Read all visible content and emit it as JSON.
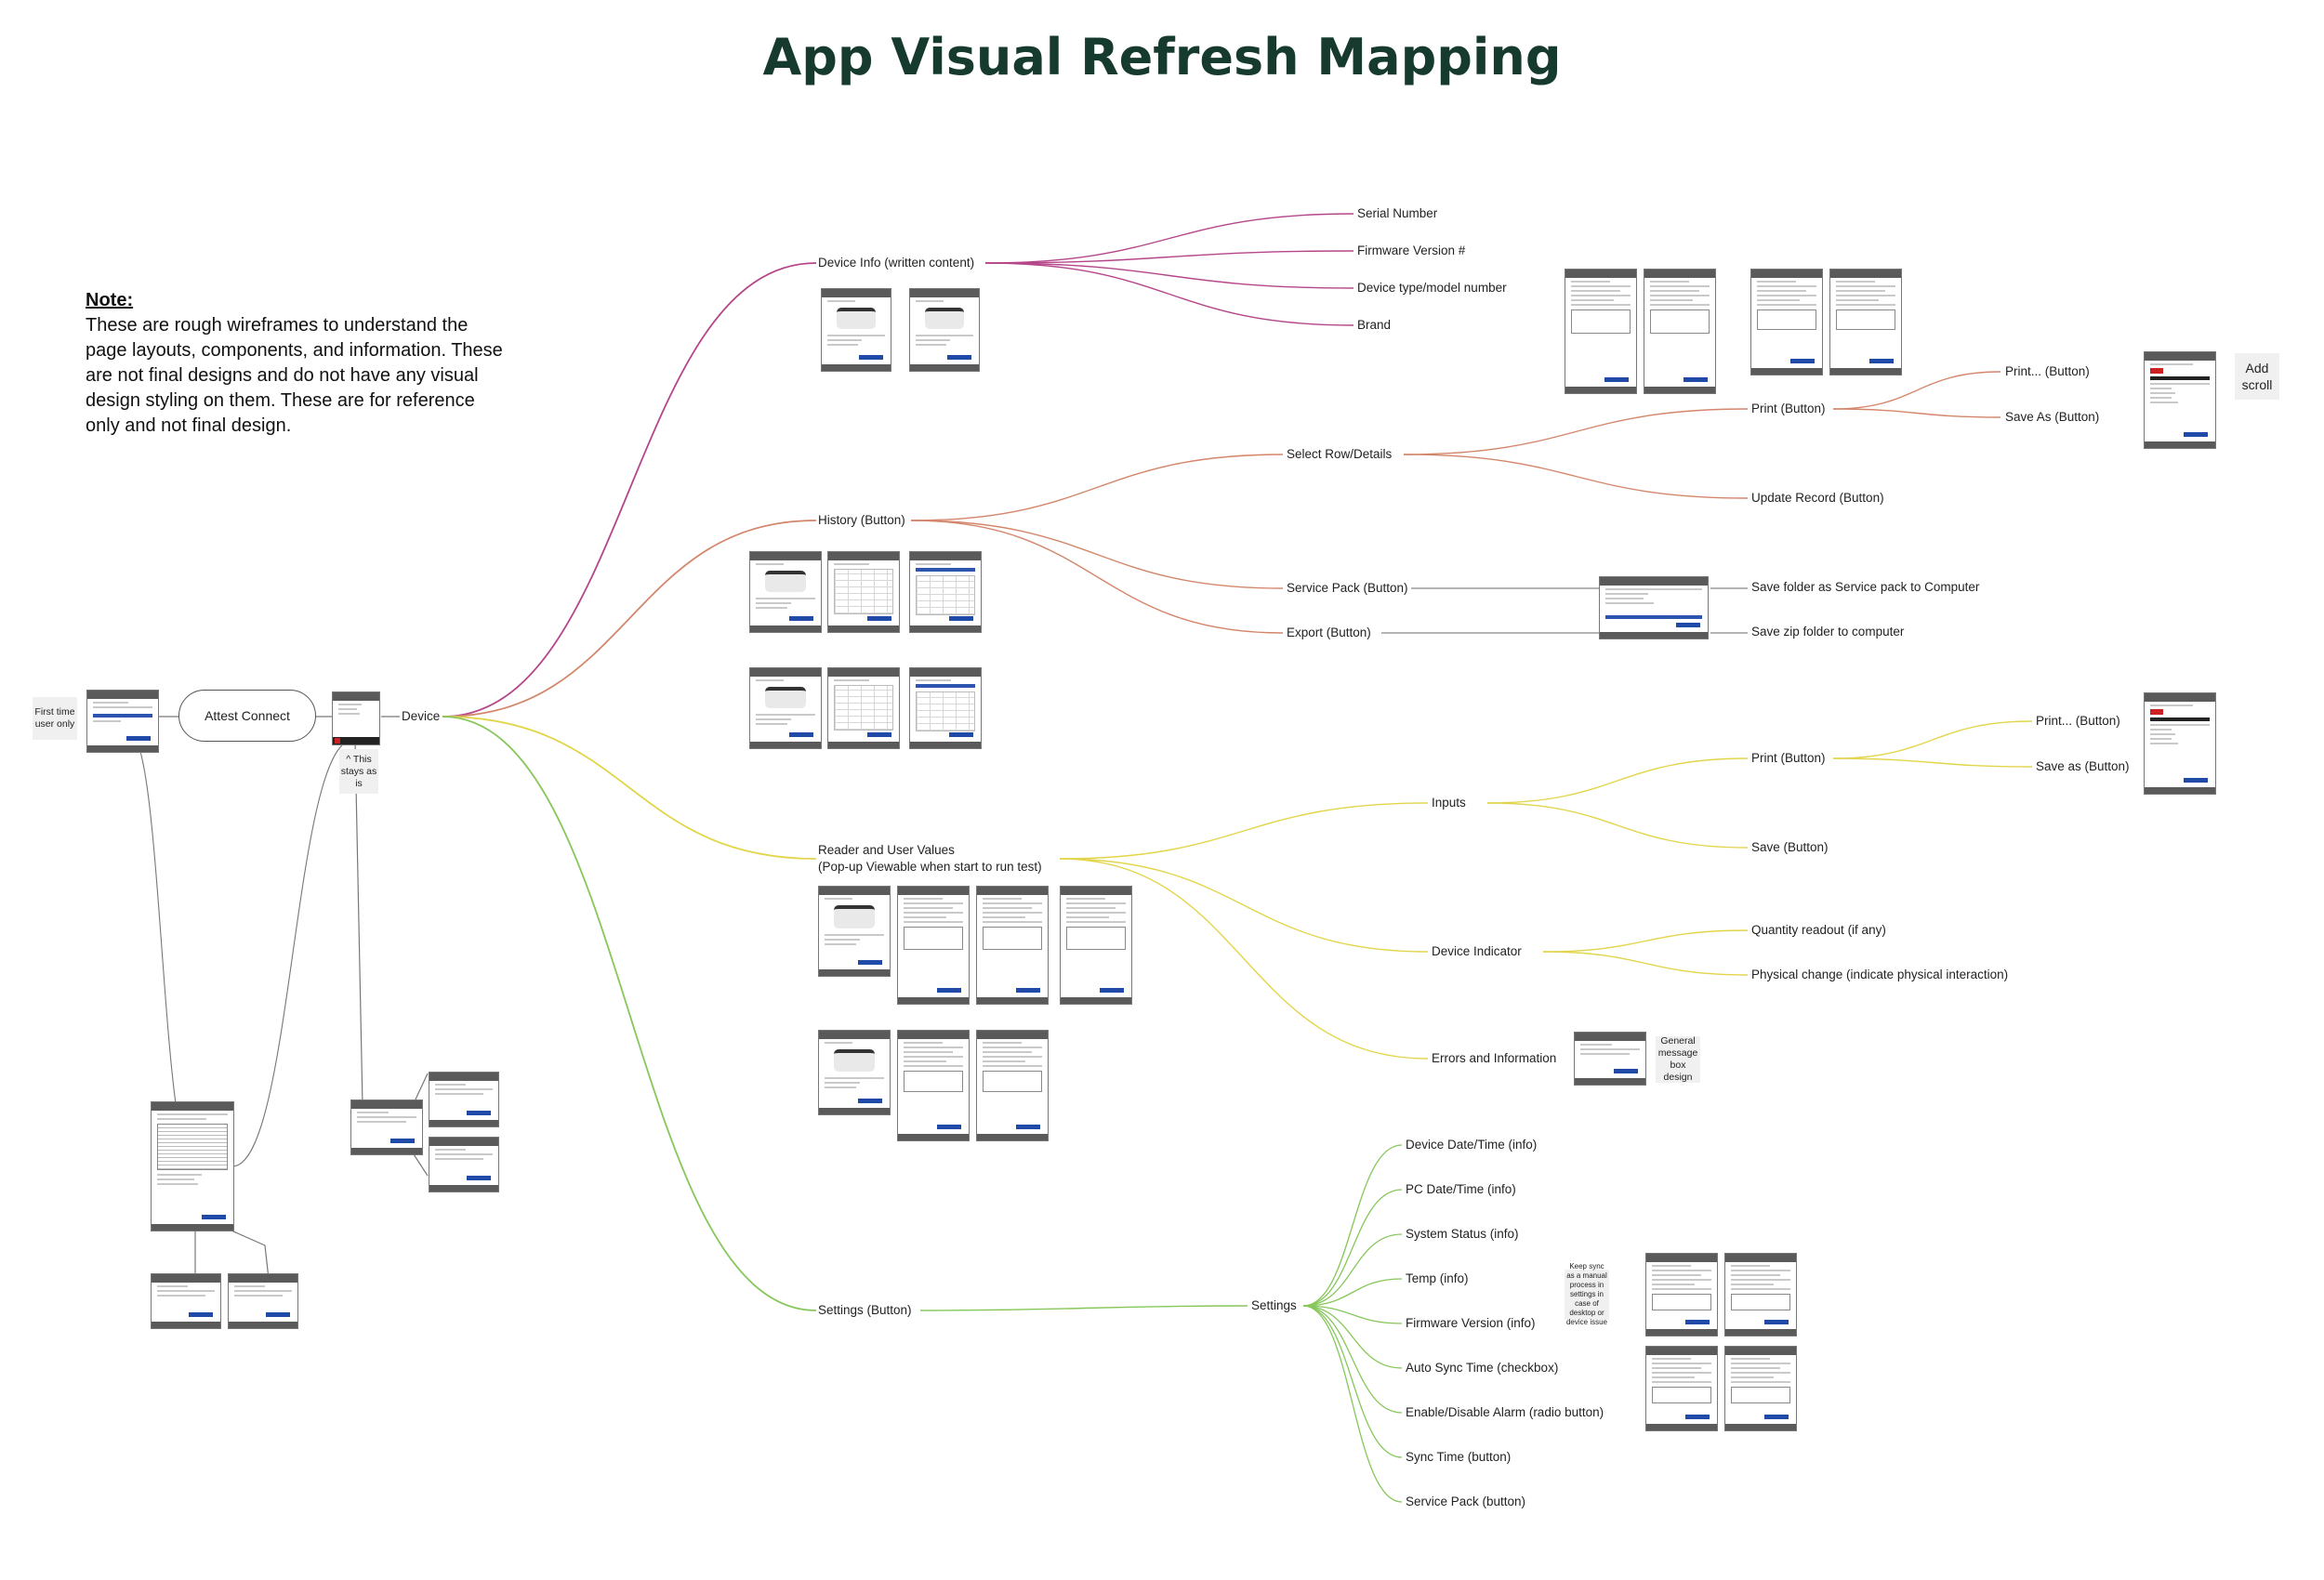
{
  "title": "App Visual Refresh Mapping",
  "note": {
    "heading": "Note:",
    "body": "These are rough wireframes to understand the page layouts, components, and information. These are not final designs and do not have any visual design styling on them. These are for reference only and not final design."
  },
  "start": {
    "first_time": "First time user only",
    "attest_connect": "Attest Connect",
    "stays": "^ This stays as is",
    "device": "Device"
  },
  "branches": {
    "device_info": {
      "label": "Device Info (written content)",
      "children": [
        "Serial Number",
        "Firmware Version #",
        "Device type/model number",
        "Brand"
      ]
    },
    "history": {
      "label": "History (Button)",
      "select_row": "Select Row/Details",
      "print": "Print (Button)",
      "print_dialog": "Print... (Button)",
      "save_as": "Save As (Button)",
      "update_record": "Update Record (Button)",
      "service_pack": "Service Pack (Button)",
      "export": "Export (Button)",
      "save_service_pack": "Save folder as Service pack to Computer",
      "save_zip": "Save zip folder to computer",
      "add_scroll": "Add scroll"
    },
    "reader_values": {
      "label_line1": "Reader and User Values",
      "label_line2": "(Pop-up Viewable when start to run test)",
      "inputs": "Inputs",
      "print": "Print (Button)",
      "print_dialog": "Print... (Button)",
      "save_as": "Save as (Button)",
      "save": "Save (Button)",
      "device_indicator": "Device Indicator",
      "quantity": "Quantity readout (if any)",
      "physical": "Physical change (indicate physical interaction)",
      "errors": "Errors and Information",
      "general_message": "General message box design"
    },
    "settings": {
      "label": "Settings (Button)",
      "hub": "Settings",
      "children": [
        "Device Date/Time (info)",
        "PC Date/Time (info)",
        "System Status (info)",
        "Temp (info)",
        "Firmware Version (info)",
        "Auto Sync Time (checkbox)",
        "Enable/Disable Alarm (radio button)",
        "Sync Time (button)",
        "Service Pack (button)"
      ],
      "sync_note": "Keep sync as a manual process in settings in case of desktop or device issue"
    }
  },
  "colors": {
    "device_info": "#b5468a",
    "history": "#d3866a",
    "reader": "#e2d54a",
    "settings": "#86c75a",
    "connector": "#777777"
  }
}
